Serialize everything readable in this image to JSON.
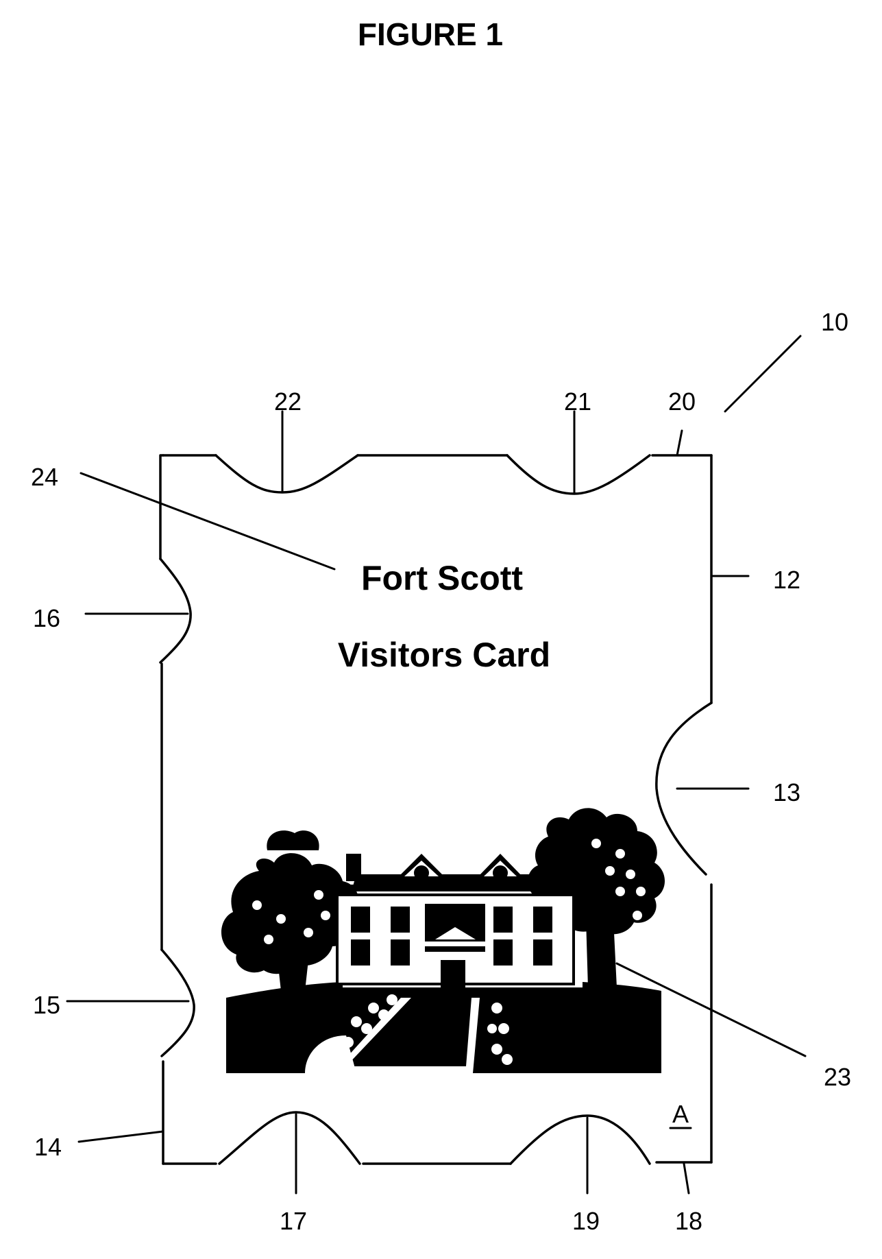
{
  "figure_title": "FIGURE 1",
  "card": {
    "title_line1": "Fort Scott",
    "title_line2": "Visitors Card",
    "corner_mark": "A",
    "illustration": "house-with-trees-icon"
  },
  "reference_numerals": {
    "n10": "10",
    "n12": "12",
    "n13": "13",
    "n14": "14",
    "n15": "15",
    "n16": "16",
    "n17": "17",
    "n18": "18",
    "n19": "19",
    "n20": "20",
    "n21": "21",
    "n22": "22",
    "n23": "23",
    "n24": "24"
  },
  "colors": {
    "ink": "#000000",
    "paper": "#ffffff"
  }
}
